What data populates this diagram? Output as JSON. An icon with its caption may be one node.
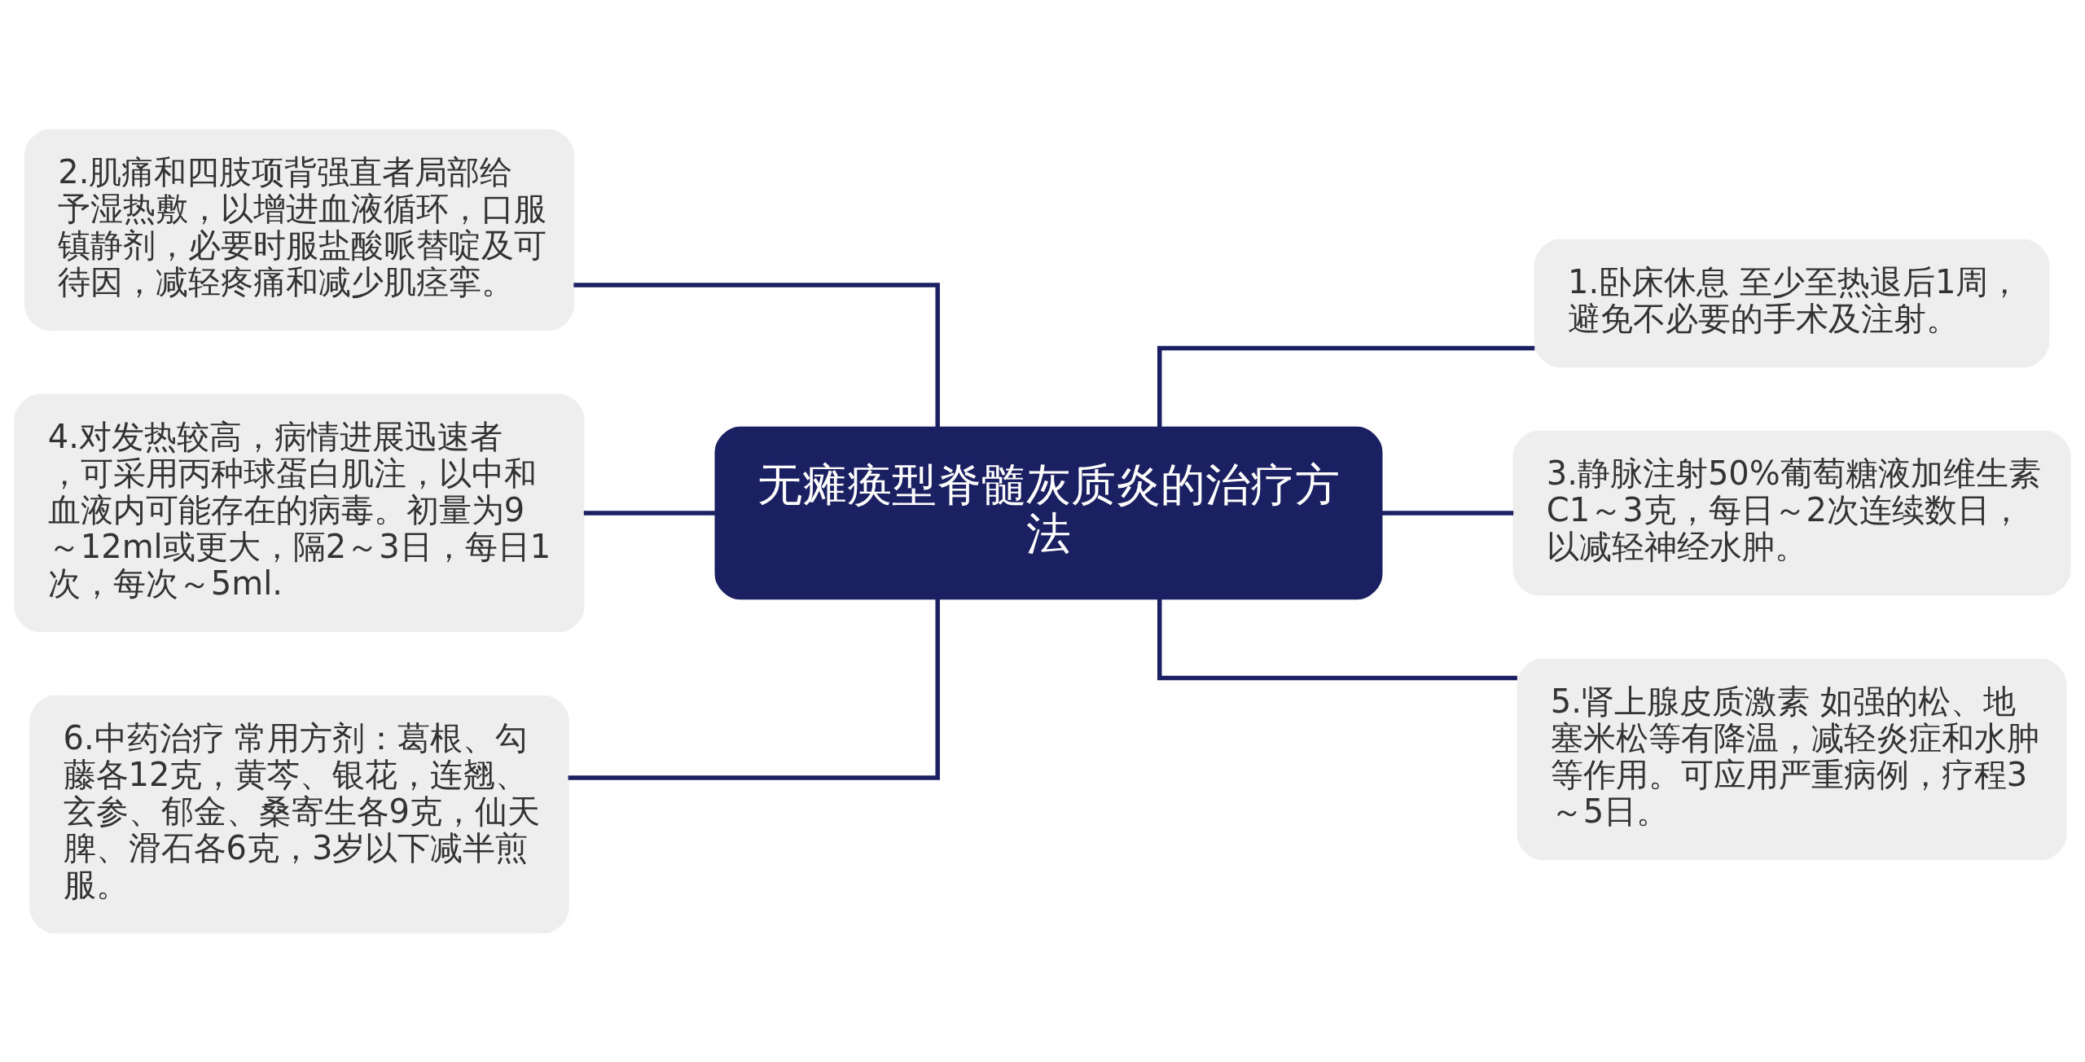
{
  "diagram": {
    "nodes": [
      {
        "text": [
          "无瘫痪型脊髓灰质炎的治疗方法"
        ]
      },
      {
        "text": [
          "2.肌痛和四肢项背强直者局部给予湿热敷，以增进血液循环，口服镇静剂，必要时服盐酸哌替啶及可待因，减轻疼痛和减少肌痉挛。"
        ]
      },
      {
        "text": [
          "4.对发热较高，病情进展迅速者，可采用丙种球蛋白肌注，以中和血液内可能存在的病毒。初量为9～12ml或更大，隔2～3日，每日1次，每次～5ml."
        ]
      },
      {
        "text": [
          "6.中药治疗 常用方剂：葛根、勾藤各12克，黄芩、银花，连翘、玄参、郁金、桑寄生各9克，仙天脾、滑石各6克，3岁以下减半煎服。"
        ]
      },
      {
        "text": [
          "1.卧床休息 至少至热退后1周，避免不必要的手术及注射。"
        ]
      },
      {
        "text": [
          "3.静脉注射50%葡萄糖液加维生素C1～3克，每日～2次连续数日，以减轻神经水肿。"
        ]
      },
      {
        "text": [
          "5.肾上腺皮质激素 如强的松、地塞米松等有降温，减轻炎症和水肿等作用。可应用严重病例，疗程3～5日。"
        ]
      }
    ],
    "edges": [
      {
        "from": 0,
        "to": 1,
        "arrow": "none"
      },
      {
        "from": 0,
        "to": 2,
        "arrow": "none"
      },
      {
        "from": 0,
        "to": 3,
        "arrow": "none"
      },
      {
        "from": 0,
        "to": 4,
        "arrow": "none"
      },
      {
        "from": 0,
        "to": 5,
        "arrow": "none"
      },
      {
        "from": 0,
        "to": 6,
        "arrow": "none"
      }
    ]
  }
}
